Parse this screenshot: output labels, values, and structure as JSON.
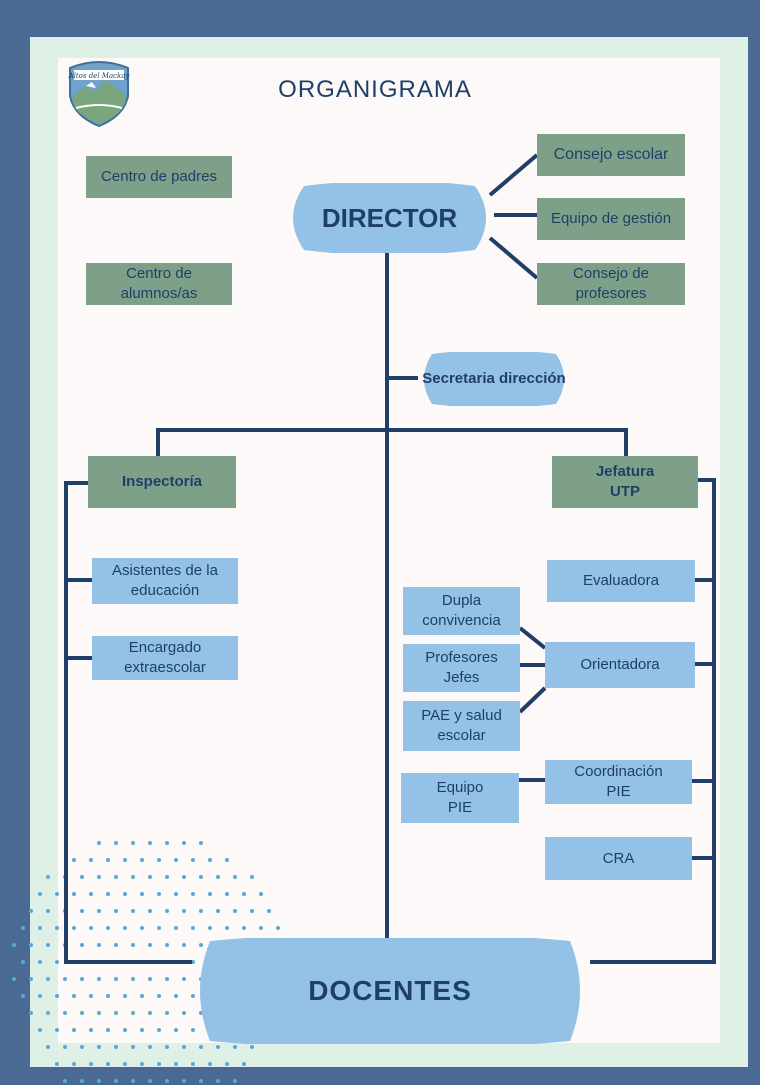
{
  "title": "ORGANIGRAMA",
  "logo": {
    "text": "Altos del Mackay"
  },
  "colors": {
    "background": "#4a6a93",
    "frame": "#dff0e6",
    "paper": "#fdf9f8",
    "green_box": "#7fa088",
    "blue_box": "#93c2e6",
    "line": "#1f3f68"
  },
  "nodes": {
    "director": "DIRECTOR",
    "centro_padres": "Centro de padres",
    "centro_alumnos": "Centro de alumnos/as",
    "consejo_escolar": "Consejo escolar",
    "equipo_gestion": "Equipo de gestión",
    "consejo_profesores": "Consejo de profesores",
    "secretaria": "Secretaria dirección",
    "inspectoria": "Inspectoría",
    "jefatura_utp": "Jefatura UTP",
    "asistentes": "Asistentes de la educación",
    "encargado": "Encargado extraescolar",
    "evaluadora": "Evaluadora",
    "dupla": "Dupla convivencia",
    "profesores_jefes": "Profesores Jefes",
    "pae": "PAE y salud escolar",
    "orientadora": "Orientadora",
    "equipo_pie": "Equipo PIE",
    "coordinacion_pie": "Coordinación PIE",
    "cra": "CRA",
    "docentes": "DOCENTES"
  }
}
